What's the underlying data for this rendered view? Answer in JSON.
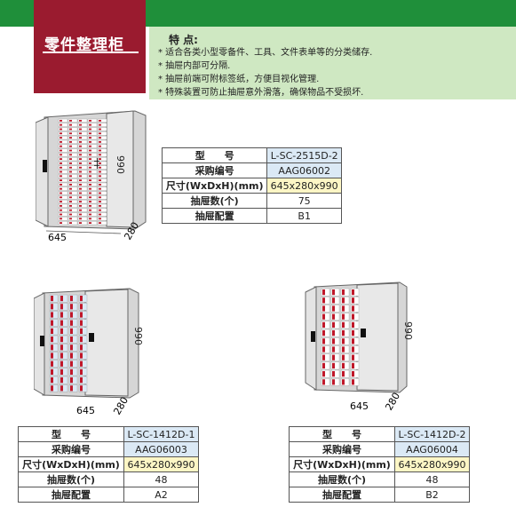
{
  "header": {
    "title": "零件整理柜"
  },
  "features": {
    "heading": "特 点:",
    "items": [
      "* 适合各类小型零备件、工具、文件表单等的分类储存.",
      "* 抽屉内部可分隔.",
      "* 抽屉前端可附标签纸，方便目视化管理.",
      "* 特殊装置可防止抽屉意外滑落，确保物品不受损坏."
    ]
  },
  "labels": {
    "model": "型　　号",
    "code": "采购编号",
    "size": "尺寸(WxDxH)(mm)",
    "drawers": "抽屉数(个)",
    "config": "抽屉配置"
  },
  "products": [
    {
      "model": "L-SC-2515D-2",
      "code": "AAG06002",
      "size": "645x280x990",
      "drawers": "75",
      "config": "B1",
      "dims": {
        "width": "645",
        "depth": "280",
        "height": "990"
      }
    },
    {
      "model": "L-SC-1412D-1",
      "code": "AAG06003",
      "size": "645x280x990",
      "drawers": "48",
      "config": "A2",
      "dims": {
        "width": "645",
        "depth": "280",
        "height": "990"
      }
    },
    {
      "model": "L-SC-1412D-2",
      "code": "AAG06004",
      "size": "645x280x990",
      "drawers": "48",
      "config": "B2",
      "dims": {
        "width": "645",
        "depth": "280",
        "height": "990"
      }
    }
  ],
  "colors": {
    "green_bar": "#1f8f3a",
    "title_red": "#9a1b2f",
    "feature_bg": "#cfe8c2",
    "drawer_red": "#c0182a"
  }
}
